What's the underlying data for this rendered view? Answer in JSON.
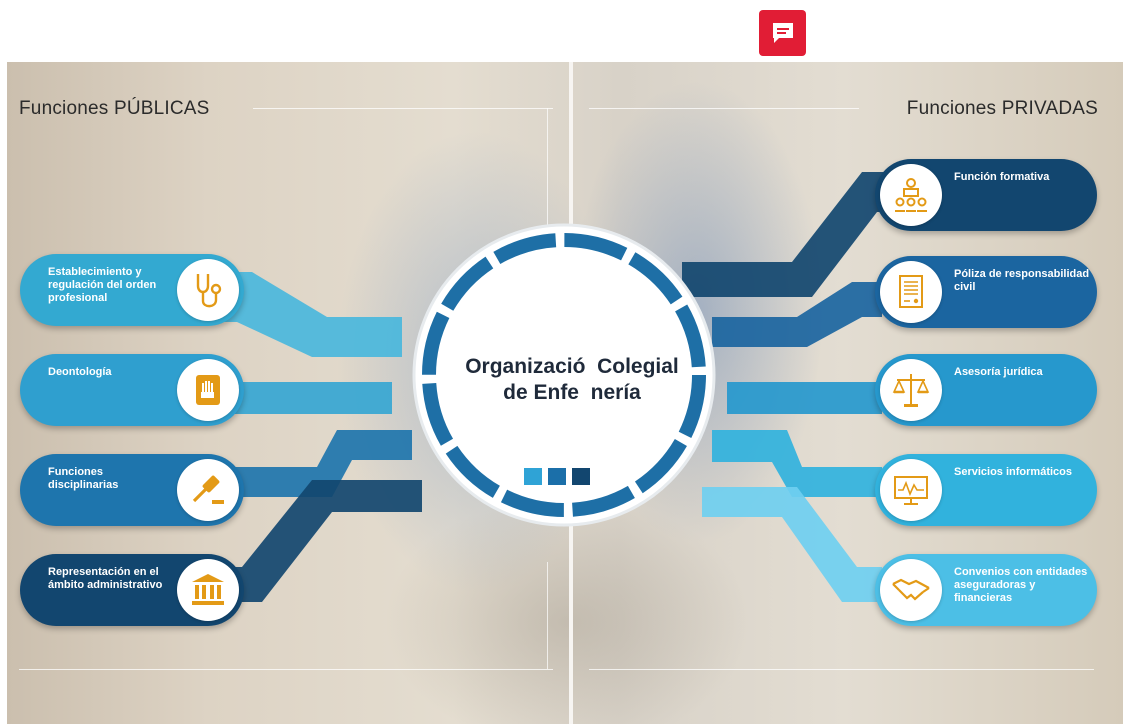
{
  "header": {
    "chat_icon": "chat-comment-icon",
    "chat_color": "#e11d35"
  },
  "diagram": {
    "left_title": "Funciones PÚBLICAS",
    "right_title": "Funciones PRIVADAS",
    "center": {
      "line1": "Organizació  Colegial",
      "line2": "de Enfe  nería"
    },
    "left_items": [
      {
        "label": "Establecimiento y regulación del orden profesional",
        "icon": "stethoscope-icon",
        "color": "#33a9d1"
      },
      {
        "label": "Deontología",
        "icon": "hand-book-icon",
        "color": "#2f9fcf"
      },
      {
        "label": "Funciones disciplinarias",
        "icon": "gavel-icon",
        "color": "#1e75ad"
      },
      {
        "label": "Representación en el ámbito administrativo",
        "icon": "courthouse-icon",
        "color": "#12466f"
      }
    ],
    "right_items": [
      {
        "label": "Función formativa",
        "icon": "training-icon",
        "color": "#12466f"
      },
      {
        "label": "Póliza de responsabilidad civil",
        "icon": "document-icon",
        "color": "#1b65a0"
      },
      {
        "label": "Asesoría jurídica",
        "icon": "scales-icon",
        "color": "#2698cd"
      },
      {
        "label": "Servicios informáticos",
        "icon": "monitor-icon",
        "color": "#31b2dd"
      },
      {
        "label": "Convenios con entidades aseguradoras y financieras",
        "icon": "handshake-icon",
        "color": "#4cbfe6"
      }
    ],
    "colors": {
      "dark": "#12466f",
      "mid": "#1e75ad",
      "light": "#33a9d1",
      "lighter": "#6fcff0",
      "gold": "#e39a16"
    }
  }
}
